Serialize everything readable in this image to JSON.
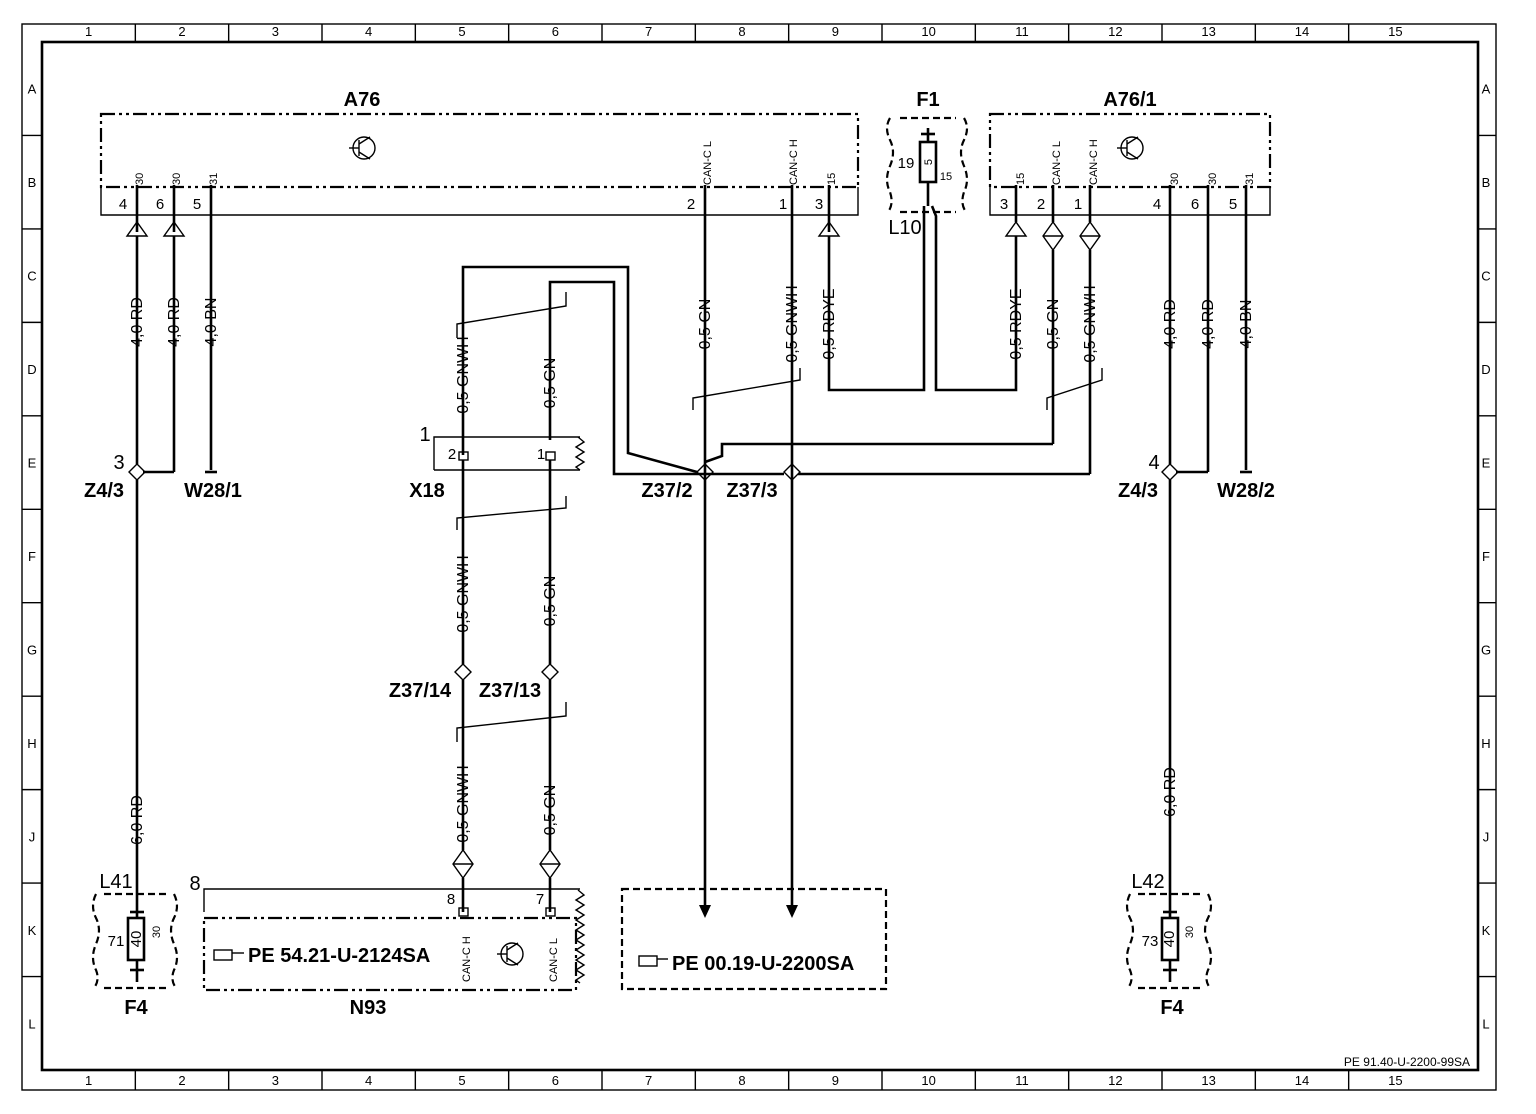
{
  "grid": {
    "columns": [
      "1",
      "2",
      "3",
      "4",
      "5",
      "6",
      "7",
      "8",
      "9",
      "10",
      "11",
      "12",
      "13",
      "14",
      "15"
    ],
    "rows": [
      "A",
      "B",
      "C",
      "D",
      "E",
      "F",
      "G",
      "H",
      "J",
      "K",
      "L"
    ]
  },
  "components": {
    "a76": "A76",
    "f1": "F1",
    "a76_1": "A76/1",
    "l10": "L10",
    "x18": "X18",
    "x18_num": "1",
    "z4_3_left": "Z4/3",
    "z4_3_left_num": "3",
    "w28_1": "W28/1",
    "z37_2": "Z37/2",
    "z37_3": "Z37/3",
    "z4_3_right": "Z4/3",
    "z4_3_right_num": "4",
    "w28_2": "W28/2",
    "z37_14": "Z37/14",
    "z37_13": "Z37/13",
    "l41": "L41",
    "l42": "L42",
    "f4_left": "F4",
    "f4_right": "F4",
    "n93": "N93",
    "n93_num": "8"
  },
  "pins": {
    "a76": [
      {
        "num": "4",
        "term": "30"
      },
      {
        "num": "6",
        "term": "30"
      },
      {
        "num": "5",
        "term": "31"
      },
      {
        "num": "2",
        "term": "CAN-C L"
      },
      {
        "num": "1",
        "term": "CAN-C H"
      },
      {
        "num": "3",
        "term": "15"
      }
    ],
    "a76_1": [
      {
        "num": "3",
        "term": "15"
      },
      {
        "num": "2",
        "term": "CAN-C L"
      },
      {
        "num": "1",
        "term": "CAN-C H"
      },
      {
        "num": "4",
        "term": "30"
      },
      {
        "num": "6",
        "term": "30"
      },
      {
        "num": "5",
        "term": "31"
      }
    ],
    "f1": {
      "a": "19",
      "fuse": "5",
      "b": "15"
    },
    "x18": [
      "2",
      "1"
    ],
    "n93": [
      {
        "num": "8",
        "term": "CAN-C H"
      },
      {
        "num": "7",
        "term": "CAN-C L"
      }
    ],
    "f4_left": {
      "a": "71",
      "fuse": "40",
      "b": "30"
    },
    "f4_right": {
      "a": "73",
      "fuse": "40",
      "b": "30"
    }
  },
  "wires": {
    "a76_4": "4,0 RD",
    "a76_6": "4,0 RD",
    "a76_5": "4,0 BN",
    "a76_2": "0,5 GN",
    "a76_1": "0,5 GNWH",
    "a76_3": "0,5 RDYE",
    "a761_3": "0,5 RDYE",
    "a761_2": "0,5 GN",
    "a761_1": "0,5 GNWH",
    "a761_4": "4,0 RD",
    "a761_6": "4,0 RD",
    "a761_5": "4,0 BN",
    "x18_top_left": "0,5 GNWH",
    "x18_top_right": "0,5 GN",
    "x18_bot_left": "0,5 GNWH",
    "x18_bot_right": "0,5 GN",
    "n93_left": "0,5 GNWH",
    "n93_right": "0,5 GN",
    "f4_left": "6,0 RD",
    "f4_right": "6,0 RD"
  },
  "refs": {
    "n93_ref": "PE  54.21-U-2124SA",
    "can_ref": "PE  00.19-U-2200SA"
  },
  "footer": "PE 91.40-U-2200-99SA"
}
